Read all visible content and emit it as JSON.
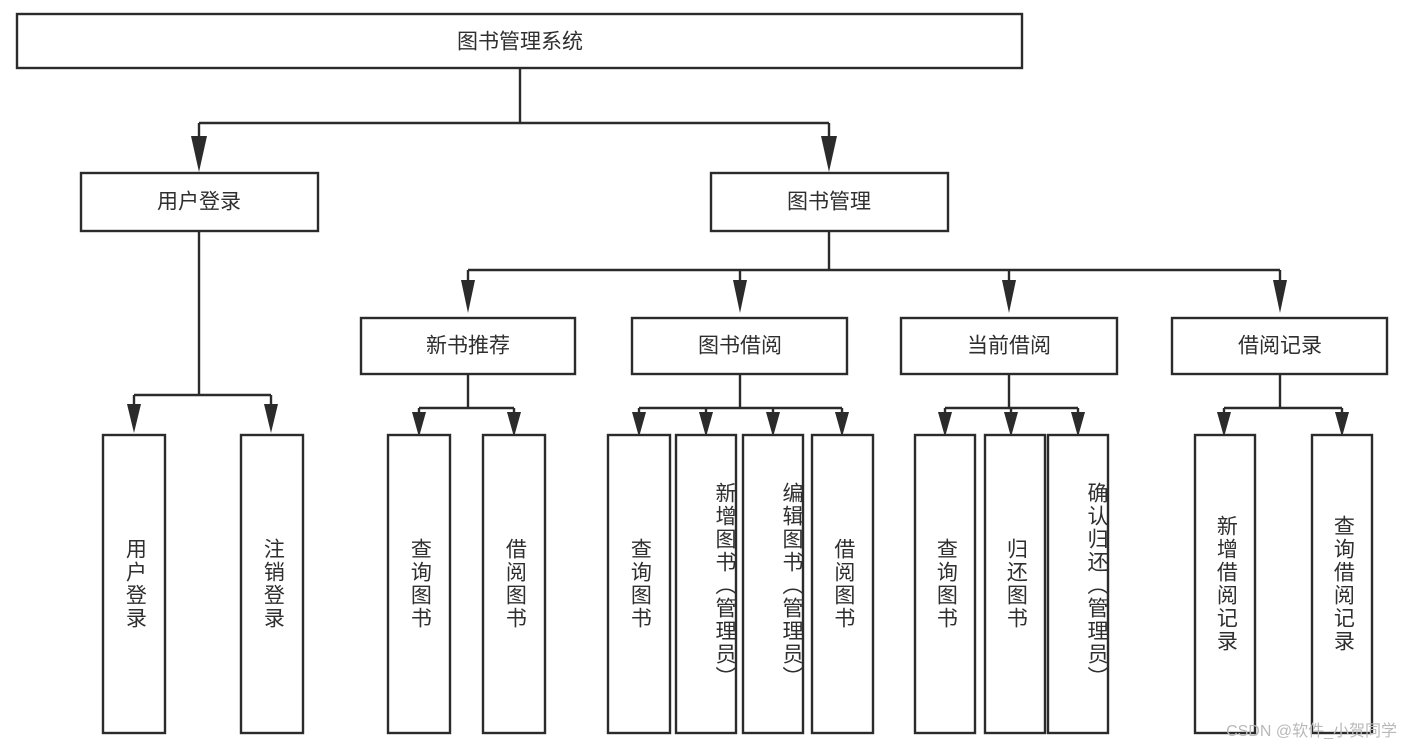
{
  "diagram": {
    "title": "图书管理系统",
    "watermark": "CSDN @软件_小贺同学",
    "colors": {
      "stroke": "#2b2b2b",
      "fill": "#ffffff",
      "text": "#2f2f2f",
      "watermark": "#b9b9b9",
      "background": "#ffffff"
    },
    "root": {
      "label": "图书管理系统"
    },
    "level2": [
      {
        "label": "用户登录"
      },
      {
        "label": "图书管理"
      }
    ],
    "level3": [
      {
        "label": "新书推荐"
      },
      {
        "label": "图书借阅"
      },
      {
        "label": "当前借阅"
      },
      {
        "label": "借阅记录"
      }
    ],
    "leaves": {
      "user_login": [
        {
          "label": "用户登录"
        },
        {
          "label": "注销登录"
        }
      ],
      "new_book_recommend": [
        {
          "label": "查询图书"
        },
        {
          "label": "借阅图书"
        }
      ],
      "book_borrow": [
        {
          "label": "查询图书"
        },
        {
          "label": "新增图书（管理员）"
        },
        {
          "label": "编辑图书（管理员）"
        },
        {
          "label": "借阅图书"
        }
      ],
      "current_borrow": [
        {
          "label": "查询图书"
        },
        {
          "label": "归还图书"
        },
        {
          "label": "确认归还（管理员）"
        }
      ],
      "borrow_record": [
        {
          "label": "新增借阅记录"
        },
        {
          "label": "查询借阅记录"
        }
      ]
    }
  }
}
